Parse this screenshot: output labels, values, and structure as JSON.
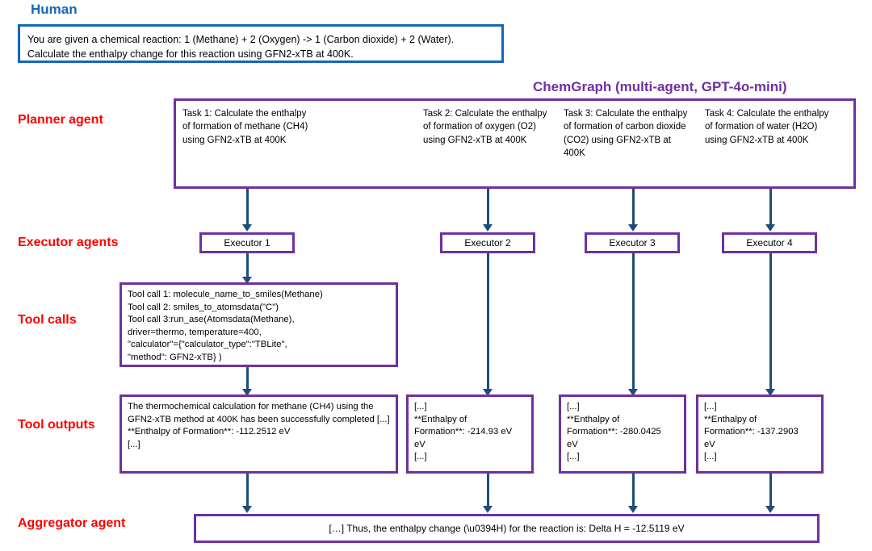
{
  "colors": {
    "human_accent": "#1565C0",
    "chemgraph_accent": "#7030A0",
    "row_label": "#FF0000",
    "arrow": "#1F4E79"
  },
  "human": {
    "heading": "Human",
    "prompt": "You are given a chemical reaction: 1 (Methane) + 2 (Oxygen) -> 1 (Carbon dioxide) + 2 (Water). Calculate the enthalpy change for this reaction using GFN2-xTB at 400K."
  },
  "chemgraph": {
    "heading": "ChemGraph (multi-agent, GPT-4o-mini)"
  },
  "rows": {
    "planner": "Planner agent",
    "executor": "Executor agents",
    "tool_calls": "Tool calls",
    "tool_outputs": "Tool outputs",
    "aggregator": "Aggregator agent"
  },
  "planner_tasks": [
    "Task 1: Calculate the enthalpy of formation of methane (CH4) using GFN2-xTB at 400K",
    "Task 2: Calculate the enthalpy of formation of oxygen (O2) using GFN2-xTB at 400K",
    "Task 3: Calculate the enthalpy of formation of carbon dioxide (CO2) using GFN2-xTB at 400K",
    "Task 4: Calculate the enthalpy of formation of water (H2O) using GFN2-xTB at 400K"
  ],
  "executors": [
    "Executor 1",
    "Executor 2",
    "Executor 3",
    "Executor 4"
  ],
  "tool_calls": {
    "executor_1": "Tool call 1: molecule_name_to_smiles(Methane)\nTool call 2: smiles_to_atomsdata(\"C\")\nTool call 3:run_ase(Atomsdata(Methane),\ndriver=thermo, temperature=400,\n\"calculator\"={\"calculator_type\":\"TBLite\",\n\"method\": GFN2-xTB} )"
  },
  "tool_outputs": [
    "The thermochemical calculation for methane (CH4) using the GFN2-xTB method at 400K has been successfully completed [...]\n**Enthalpy of Formation**: -112.2512 eV\n[...]",
    "[...]\n**Enthalpy of\nFormation**: -214.93 eV\neV\n[...]",
    "[...]\n**Enthalpy of\nFormation**: -280.0425\neV\n[...]",
    "[...]\n**Enthalpy of\nFormation**: -137.2903\neV\n[...]"
  ],
  "aggregator": {
    "text": "[…] Thus, the enthalpy change (\\u0394H) for the reaction is: Delta H = -12.5119 eV"
  }
}
